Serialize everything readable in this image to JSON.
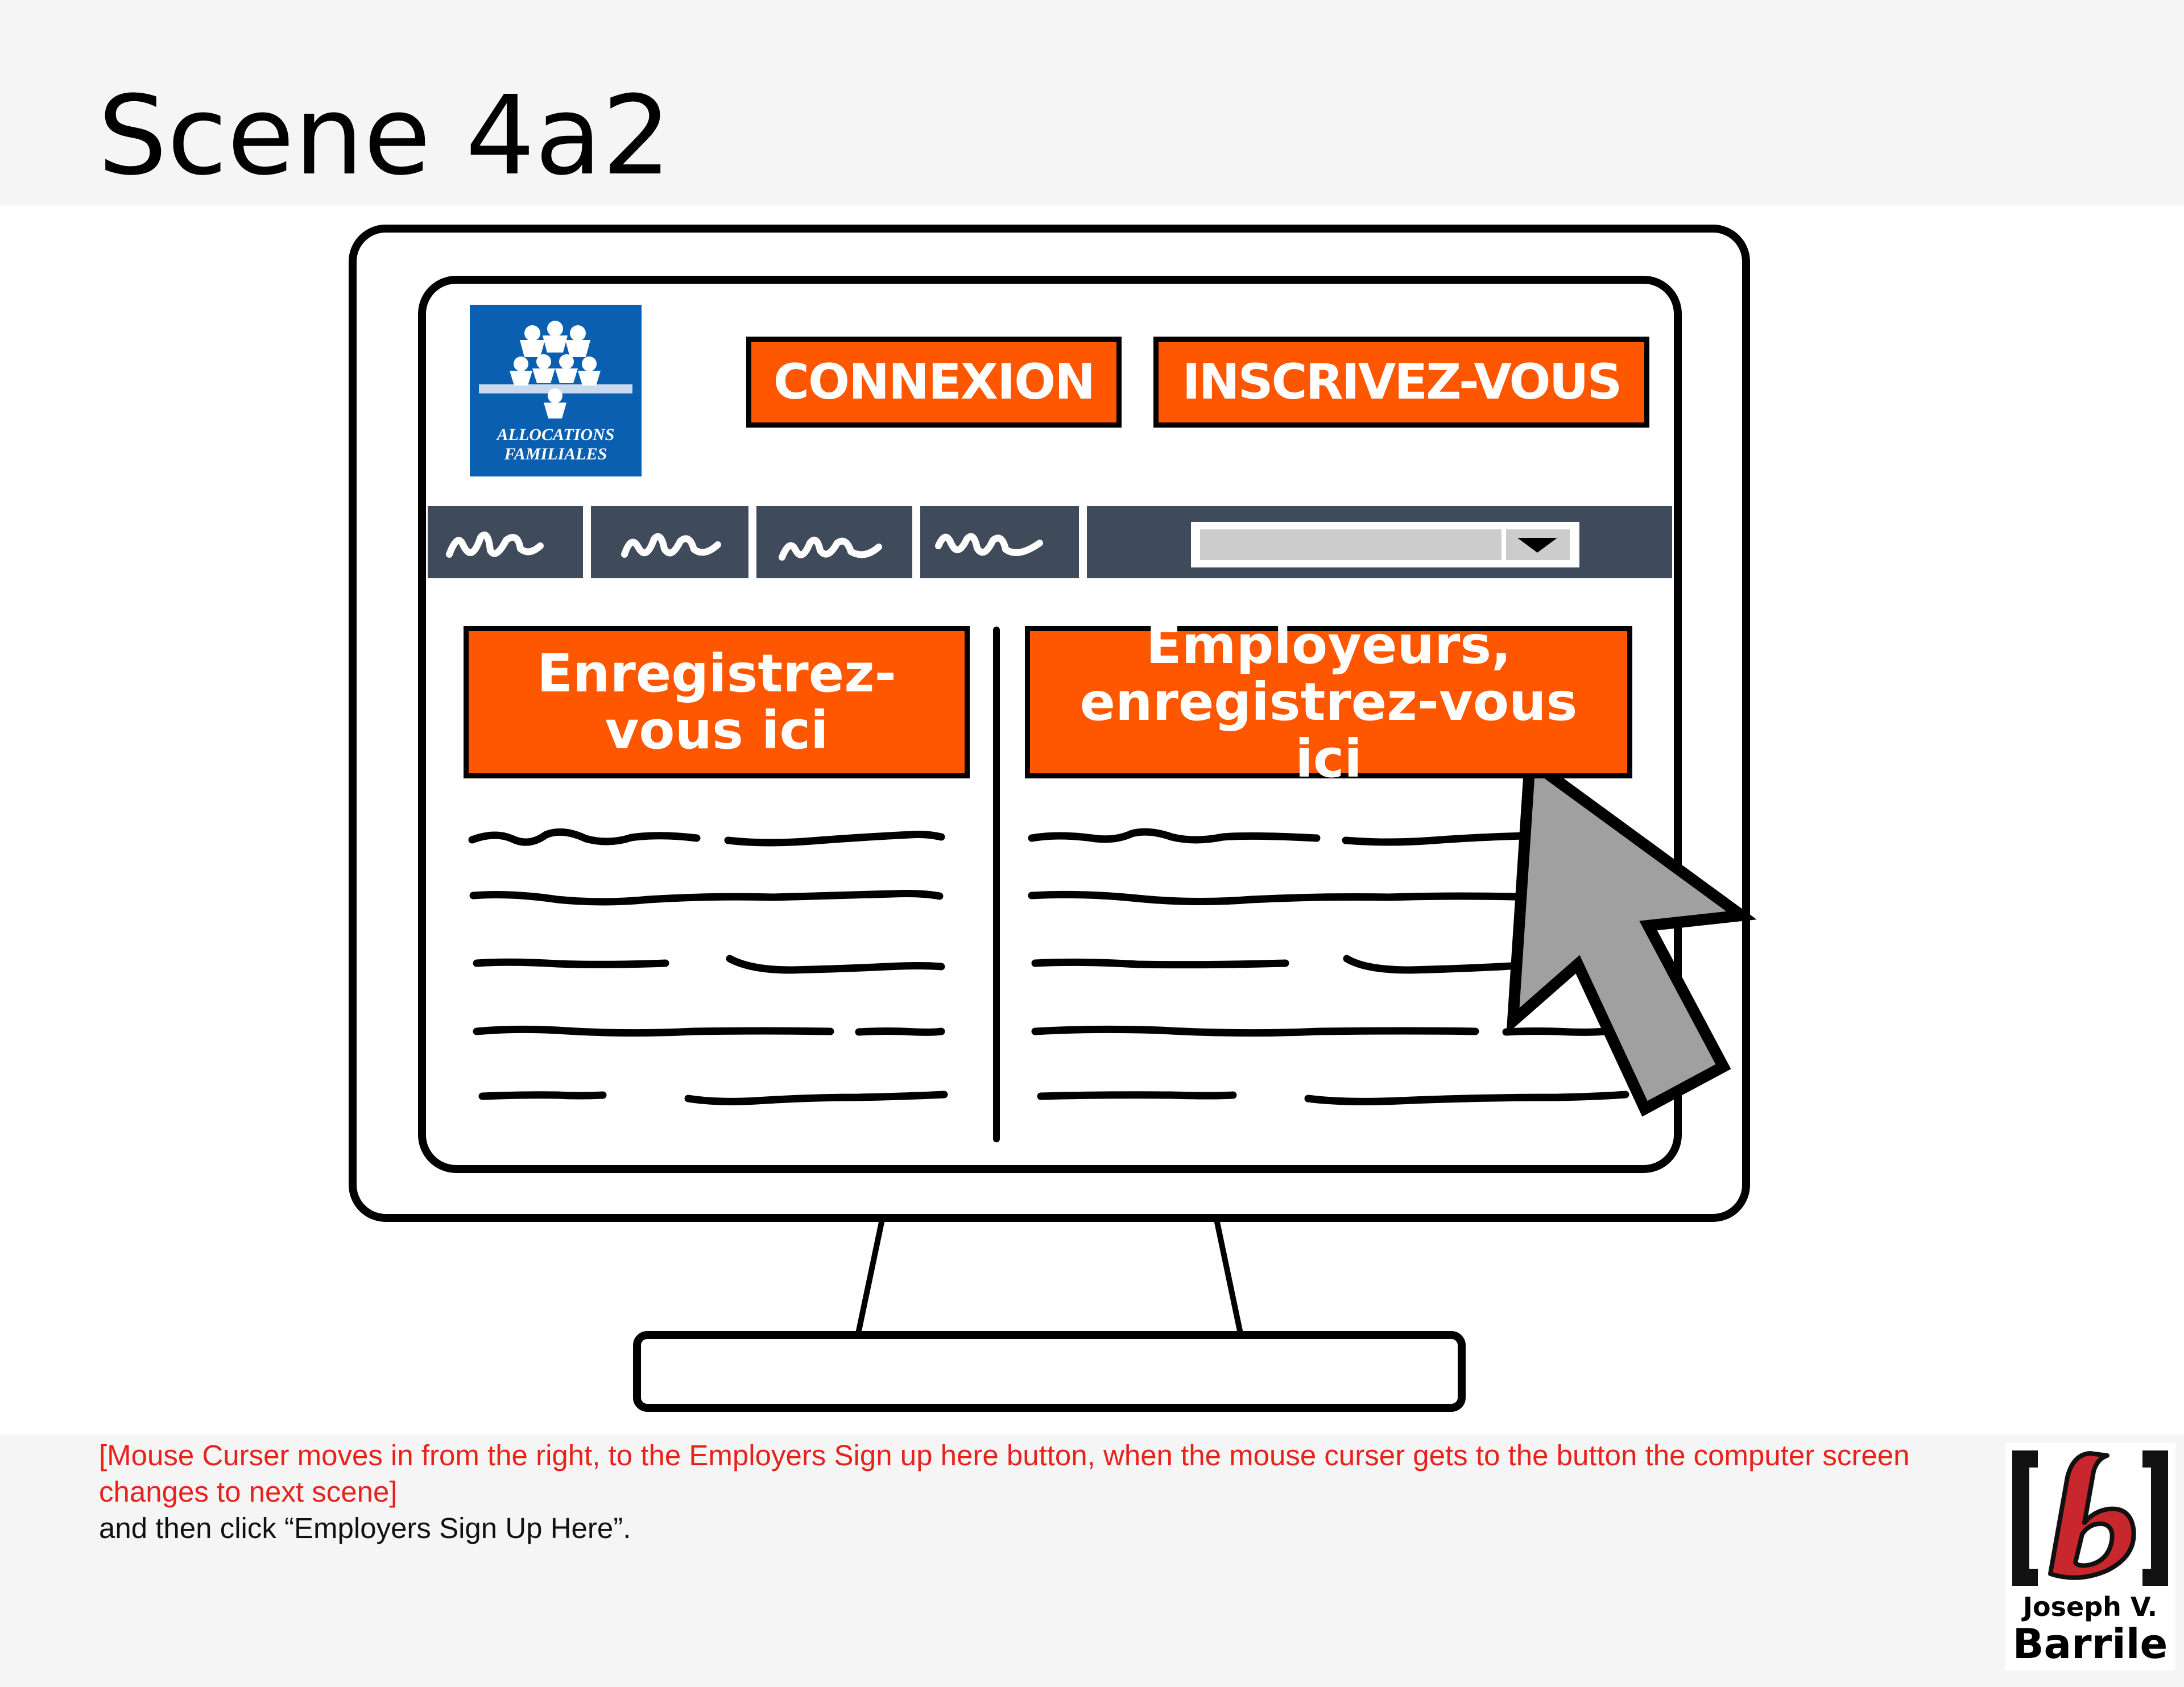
{
  "scene": {
    "title": "Scene 4a2"
  },
  "notes": {
    "red": "[Mouse Curser moves in from the right, to the Employers Sign up here button, when the mouse curser gets to the button the computer screen changes to next scene]",
    "black": "and then click “Employers Sign Up Here”."
  },
  "website": {
    "logo": {
      "line1": "ALLOCATIONS",
      "line2": "FAMILIALES",
      "color": "#0b5fb0"
    },
    "header_buttons": {
      "connexion": "CONNEXION",
      "inscrivez": "INSCRIVEZ-VOUS"
    },
    "main_buttons": {
      "enregistrez": "Enregistrez-vous ici",
      "employeurs": "Employeurs, enregistrez-vous ici"
    },
    "colors": {
      "accent": "#ff5600",
      "navbar": "#3f4b5b",
      "cursor": "#a0a0a0"
    }
  },
  "signature": {
    "first": "Joseph V.",
    "last": "Barrile"
  }
}
